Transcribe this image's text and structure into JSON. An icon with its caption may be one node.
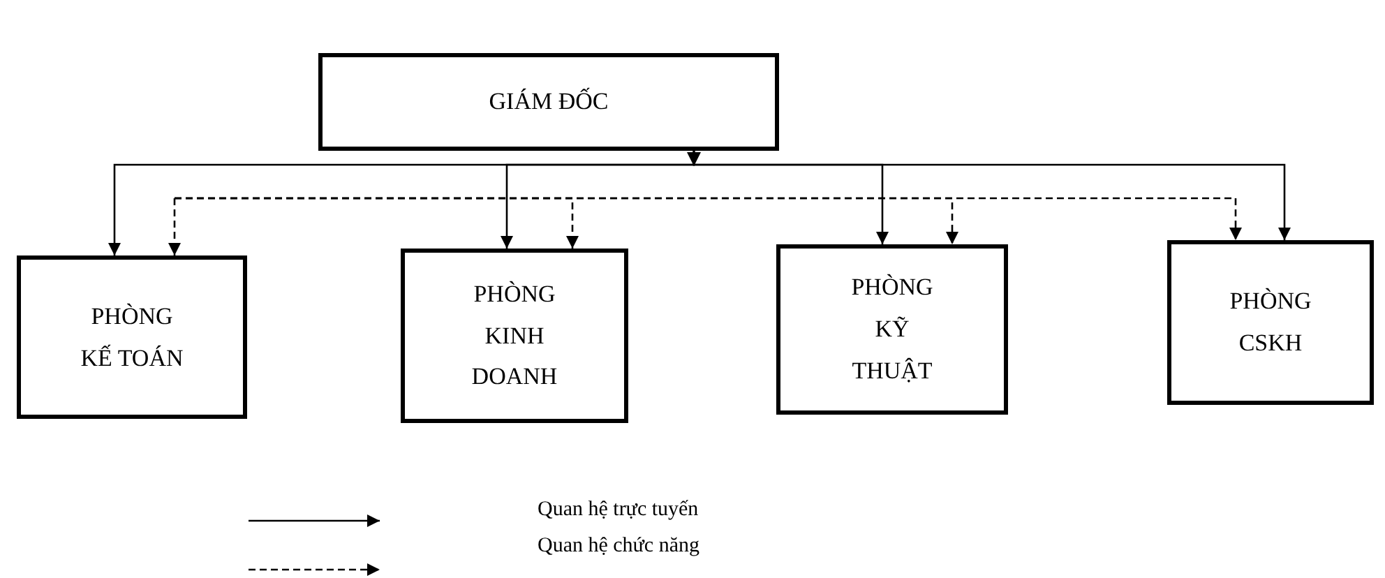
{
  "diagram": {
    "nodes": [
      {
        "text": [
          "GIÁM ĐỐC"
        ]
      },
      {
        "text": [
          "PHÒNG KẾ TOÁN"
        ]
      },
      {
        "text": [
          "PHÒNG KINH DOANH"
        ]
      },
      {
        "text": [
          "PHÒNG KỸ THUẬT"
        ]
      },
      {
        "text": [
          "PHÒNG CSKH"
        ]
      }
    ],
    "edges": [
      {
        "from": 0,
        "to": 1,
        "arrow": "to"
      },
      {
        "from": 0,
        "to": 2,
        "arrow": "to"
      },
      {
        "from": 0,
        "to": 3,
        "arrow": "to"
      },
      {
        "from": 0,
        "to": 4,
        "arrow": "to"
      },
      {
        "from": null,
        "to": 1,
        "arrow": "to",
        "style": "dashed"
      },
      {
        "from": null,
        "to": 2,
        "arrow": "to",
        "style": "dashed"
      },
      {
        "from": null,
        "to": 3,
        "arrow": "to",
        "style": "dashed"
      },
      {
        "from": null,
        "to": 4,
        "arrow": "to",
        "style": "dashed"
      }
    ],
    "legend": [
      {
        "text": "Quan hệ trực tuyến"
      },
      {
        "text": "Quan hệ chức năng"
      }
    ]
  }
}
